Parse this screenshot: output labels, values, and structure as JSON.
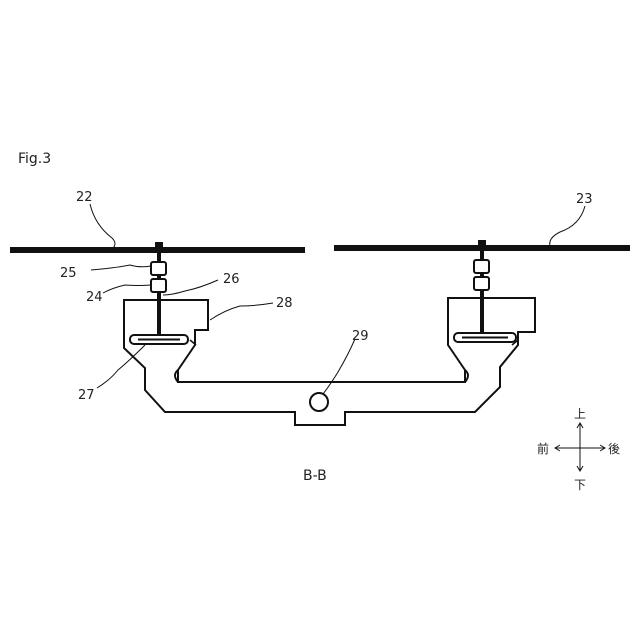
{
  "figure": {
    "title": "Fig.3",
    "section_label": "B-B"
  },
  "labels": {
    "rotor_left": "22",
    "rotor_right": "23",
    "upper_block": "25",
    "lower_block": "24",
    "shaft": "26",
    "motor_plate": "27",
    "frame": "28",
    "hub": "29"
  },
  "directions": {
    "up": "上",
    "down": "下",
    "front": "前",
    "back": "後"
  },
  "colors": {
    "line": "#111111",
    "label": "#222222",
    "background": "#ffffff"
  }
}
